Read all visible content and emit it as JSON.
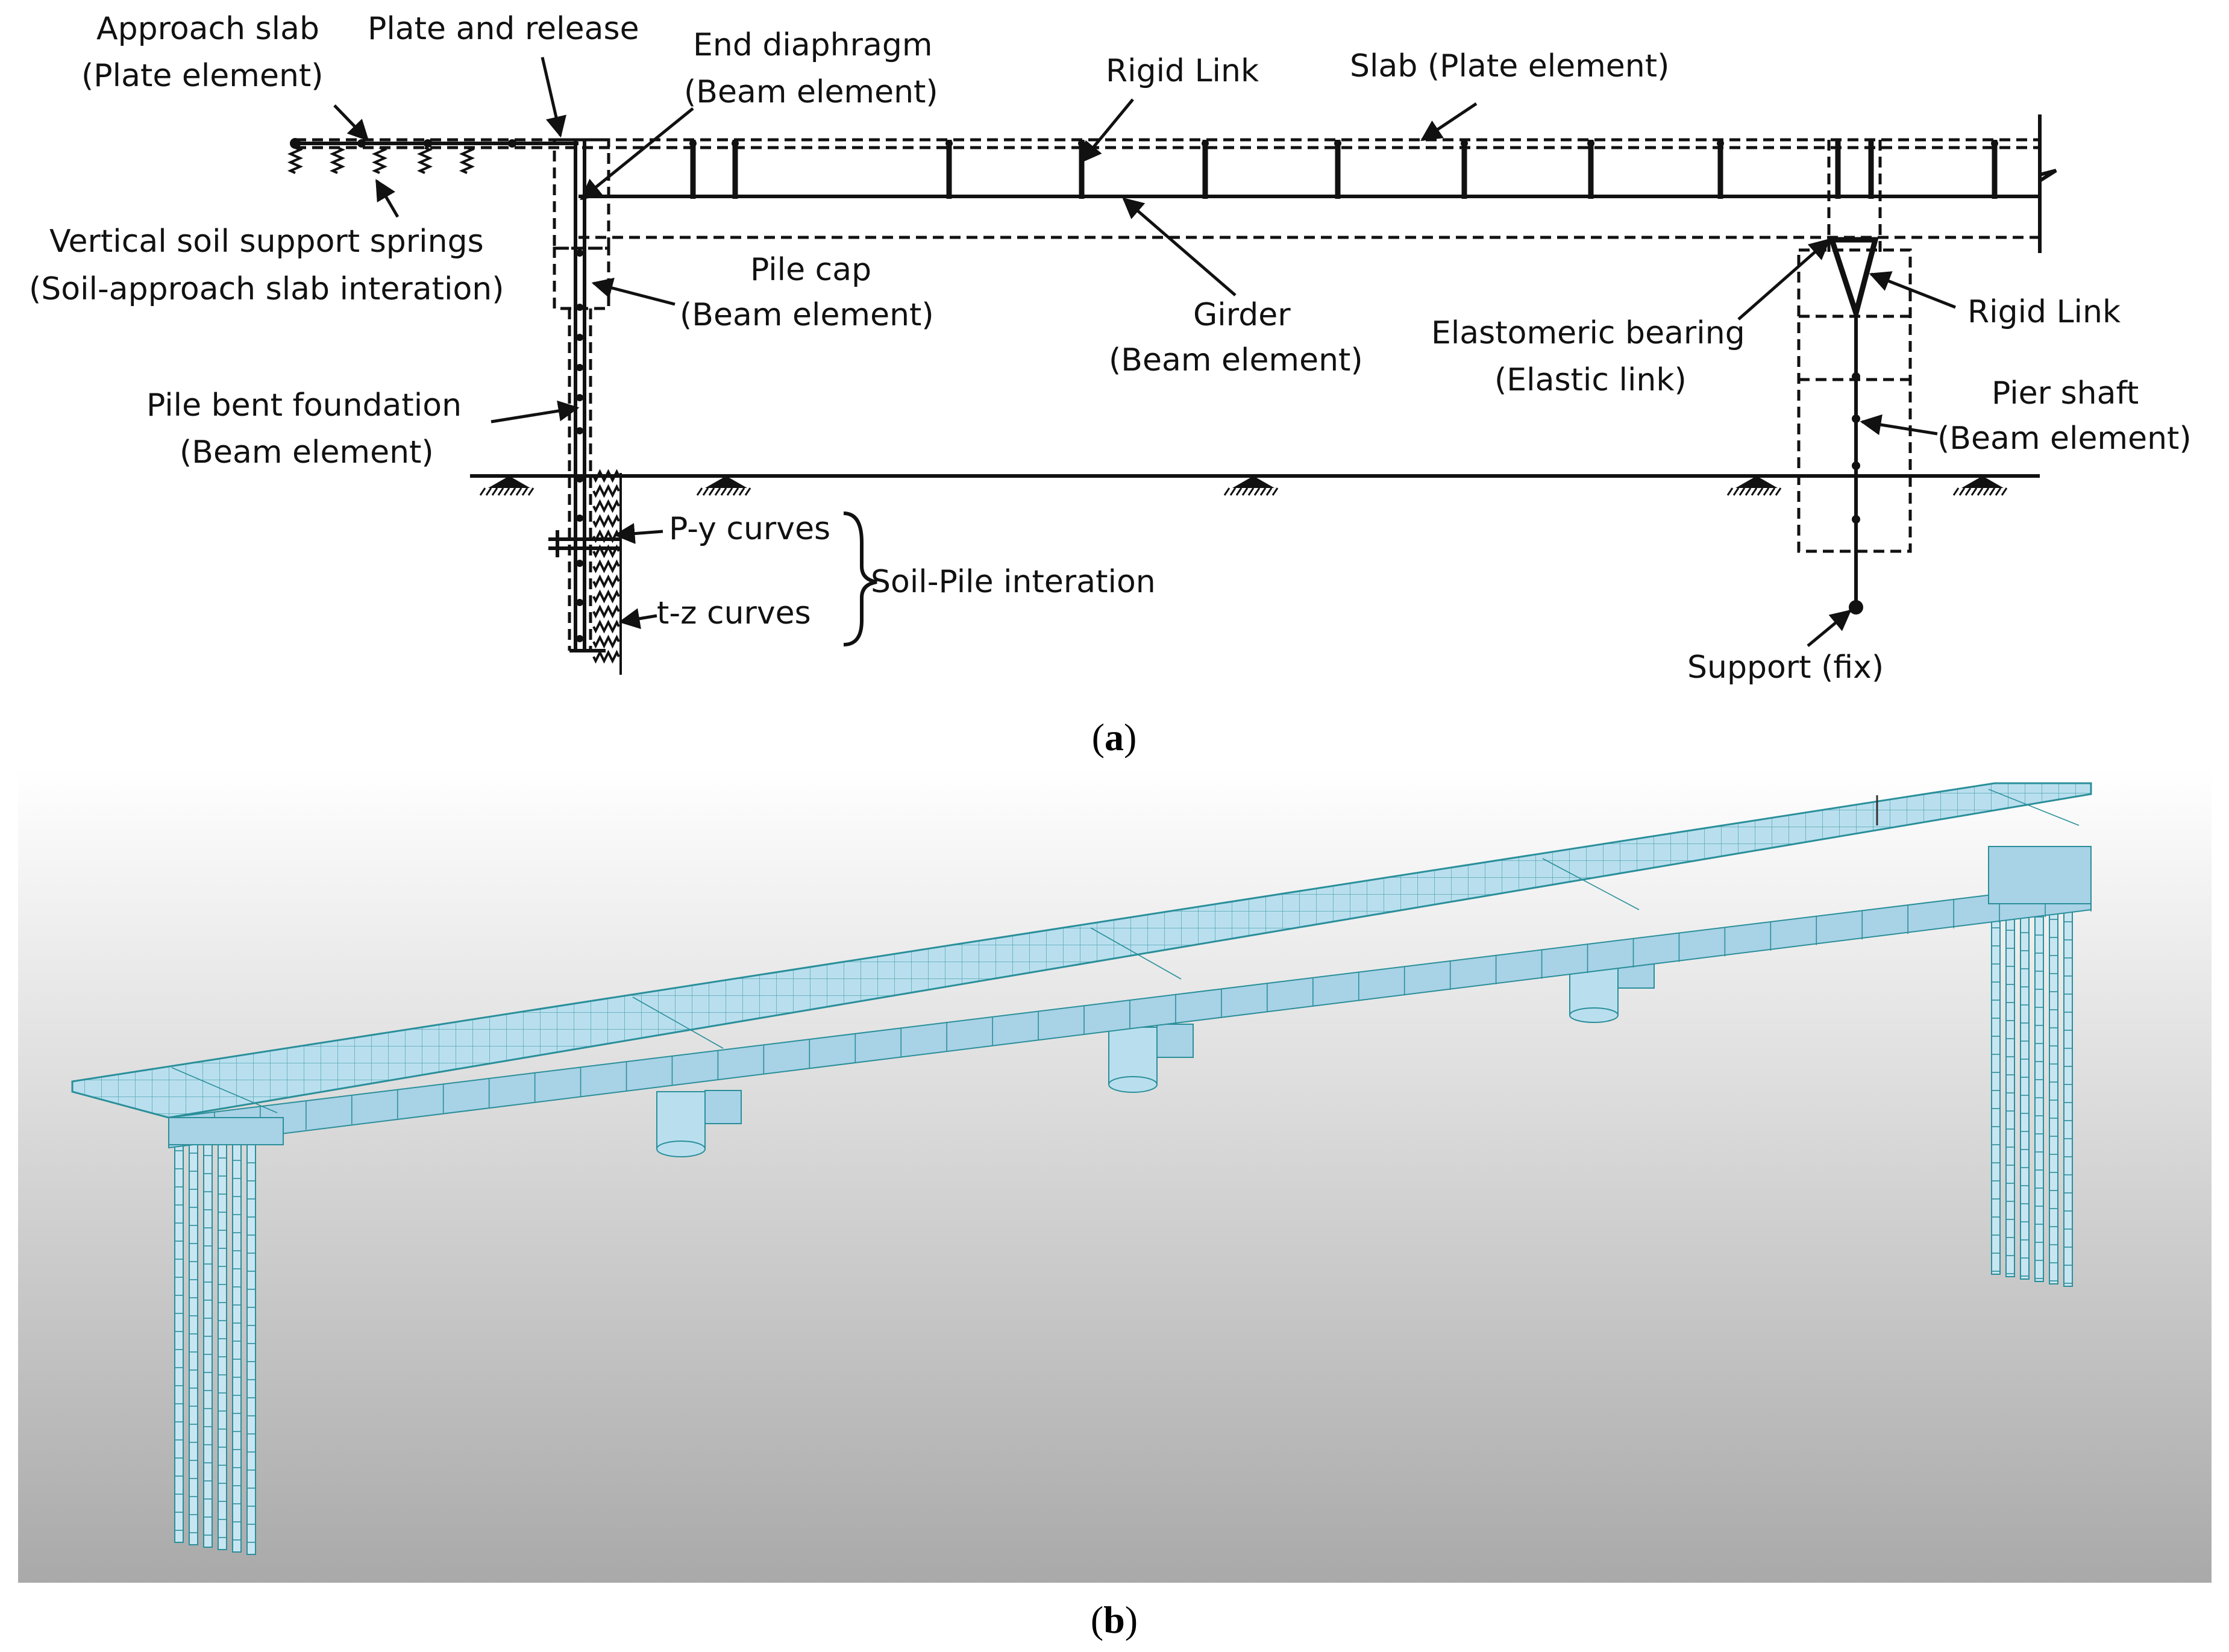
{
  "panel_a": {
    "caption_open": "(",
    "caption_letter": "a",
    "caption_close": ")",
    "labels": {
      "approach_slab_1": "Approach slab",
      "approach_slab_2": "(Plate element)",
      "plate_release": "Plate and release",
      "end_diaphragm_1": "End diaphragm",
      "end_diaphragm_2": "(Beam element)",
      "rigid_link_top": "Rigid Link",
      "slab": "Slab (Plate element)",
      "vertical_springs_1": "Vertical soil support springs",
      "vertical_springs_2": "(Soil-approach slab interation)",
      "pile_cap_1": "Pile cap",
      "pile_cap_2": "(Beam element)",
      "girder_1": "Girder",
      "girder_2": "(Beam element)",
      "elastomeric_1": "Elastomeric bearing",
      "elastomeric_2": "(Elastic link)",
      "rigid_link_right": "Rigid Link",
      "pile_bent_1": "Pile bent foundation",
      "pile_bent_2": "(Beam element)",
      "pier_shaft_1": "Pier shaft",
      "pier_shaft_2": "(Beam element)",
      "py_curves": "P-y curves",
      "tz_curves": "t-z curves",
      "soil_pile": "Soil-Pile interation",
      "support_fix": "Support (fix)"
    }
  },
  "panel_b": {
    "caption_open": "(",
    "caption_letter": "b",
    "caption_close": ")",
    "colors": {
      "background_top": "#ffffff",
      "background_bottom": "#a9a9a9",
      "deck": "#b9dfee",
      "mesh": "#2a8f9a",
      "girder": "#a8d2e6"
    }
  }
}
